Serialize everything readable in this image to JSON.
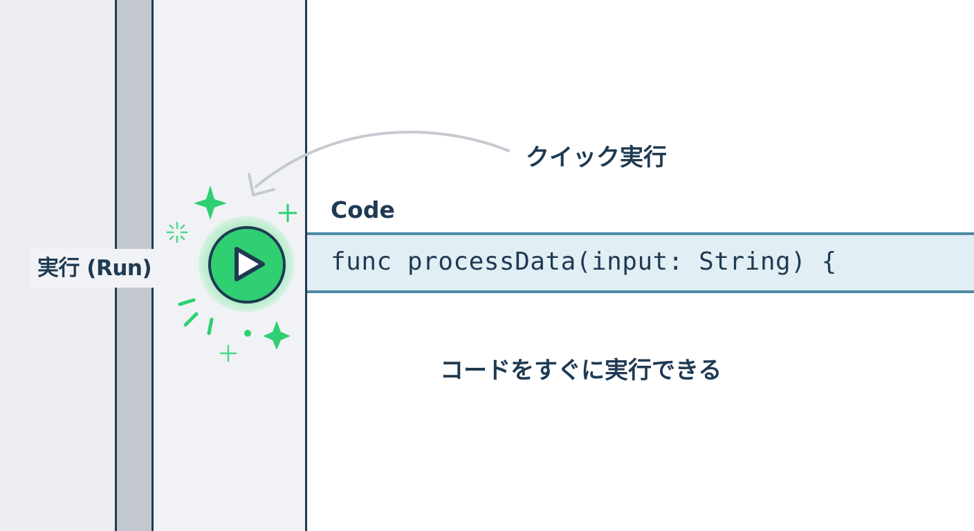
{
  "run": {
    "label": "実行 (Run)",
    "icon": "play-icon",
    "accent_color": "#2fcf72"
  },
  "callout": {
    "text": "クイック実行"
  },
  "code_panel": {
    "heading": "Code",
    "line": "func processData(input: String) {",
    "highlight_color": "#e1eef4",
    "border_color": "#4d8aa6"
  },
  "caption": {
    "text": "コードをすぐに実行できる"
  },
  "colors": {
    "text": "#1f3a52",
    "pane": "#f1f2f5",
    "gutter": "#c3c7ce"
  }
}
